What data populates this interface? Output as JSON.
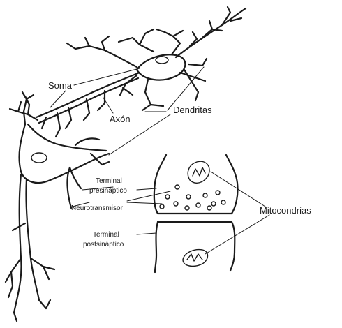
{
  "labels": {
    "soma": "Soma",
    "axon": "Axón",
    "dendrites": "Dendritas",
    "presynaptic_line1": "Terminal",
    "presynaptic_line2": "presináptico",
    "neurotransmitter": "Neurotransmisor",
    "mitochondria": "Mitocondrias",
    "postsynaptic_line1": "Terminal",
    "postsynaptic_line2": "postsináptico"
  },
  "colors": {
    "ink": "#1a1a1a",
    "background": "#ffffff"
  }
}
